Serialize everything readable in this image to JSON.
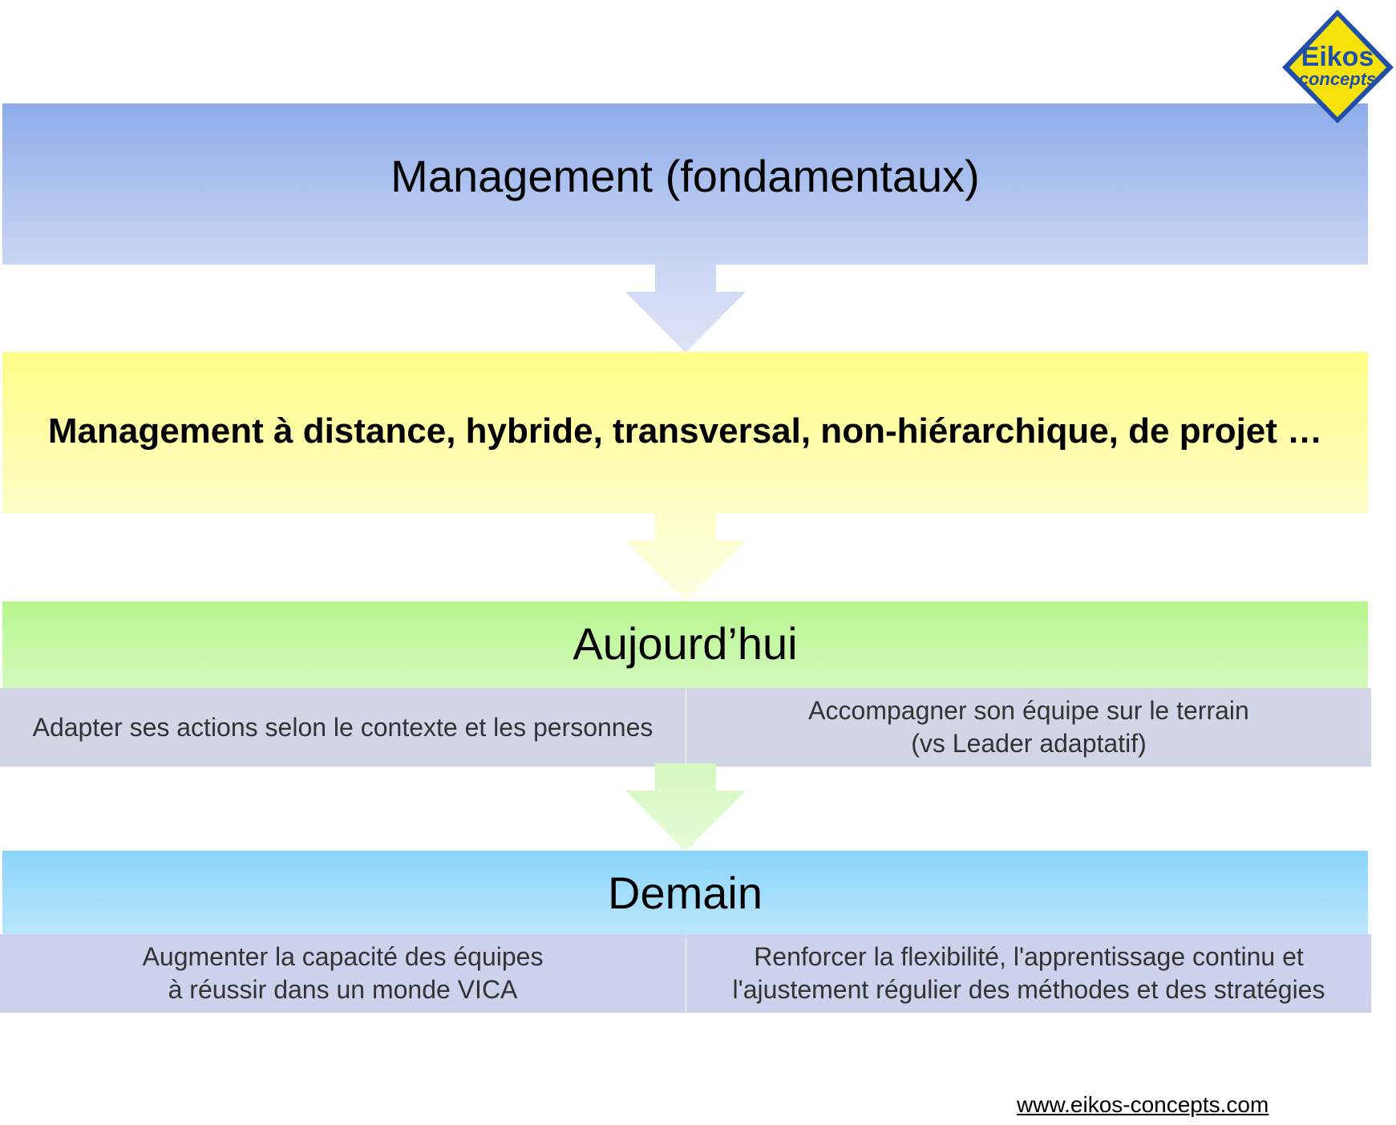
{
  "blocks": {
    "management": {
      "title": "Management (fondamentaux)",
      "color": "#8eacea"
    },
    "distance": {
      "title": "Management à distance, hybride, transversal, non-hiérarchique, de projet …",
      "color": "#fdfc85"
    },
    "today": {
      "title": "Aujourd’hui",
      "color": "#b6f68c",
      "left": "Adapter ses actions selon le contexte et les personnes",
      "right": "Accompagner son équipe sur le terrain\n(vs Leader adaptatif)"
    },
    "tomorrow": {
      "title": "Demain",
      "color": "#8ad5fb",
      "left": "Augmenter la capacité des équipes\nà réussir dans un monde VICA",
      "right": "Renforcer la flexibilité, l'apprentissage continu et\nl'ajustement régulier des méthodes et des stratégies"
    }
  },
  "logo": {
    "line1": "Eikos",
    "line2": "concepts",
    "colors": {
      "fill": "#f6e20a",
      "border": "#1f4fa8"
    }
  },
  "footer": {
    "url": "www.eikos-concepts.com"
  }
}
